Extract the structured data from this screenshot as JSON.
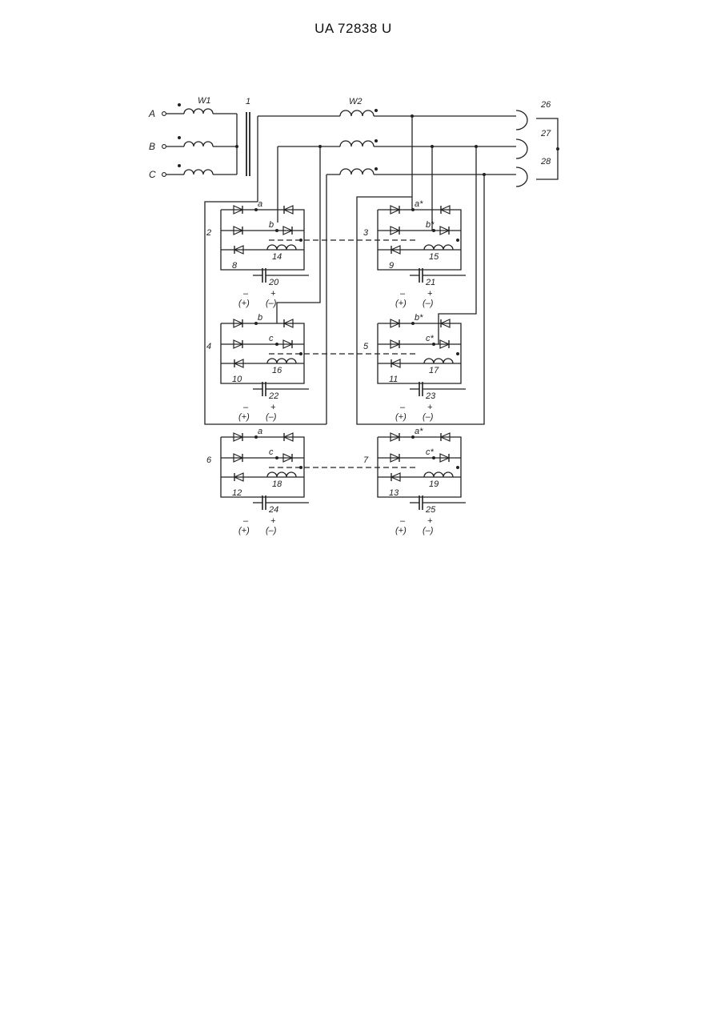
{
  "header": {
    "publication": "UA   72838   U"
  },
  "labels": {
    "inputs": [
      "A",
      "B",
      "C"
    ],
    "transformer_primary": "W1",
    "transformer_core": "1",
    "transformer_secondary": "W2",
    "outputs": [
      "26",
      "27",
      "28"
    ],
    "bridges": [
      "2",
      "3",
      "4",
      "5",
      "6",
      "7"
    ],
    "thyristors": [
      "8",
      "9",
      "10",
      "11",
      "12",
      "13"
    ],
    "inductors": [
      "14",
      "15",
      "16",
      "17",
      "18",
      "19"
    ],
    "capacitors": [
      "20",
      "21",
      "22",
      "23",
      "24",
      "25"
    ],
    "nodes": {
      "b2_top": "a",
      "b2_mid": "b",
      "b3_top": "a*",
      "b3_mid": "b*",
      "b4_top": "b",
      "b4_mid": "c",
      "b5_top": "b*",
      "b5_mid": "c*",
      "b6_top": "a",
      "b6_mid": "c",
      "b7_top": "a*",
      "b7_mid": "c*"
    },
    "polarity": {
      "minus": "–",
      "plus": "+",
      "paren_plus": "(+)",
      "paren_minus": "(–)"
    }
  }
}
